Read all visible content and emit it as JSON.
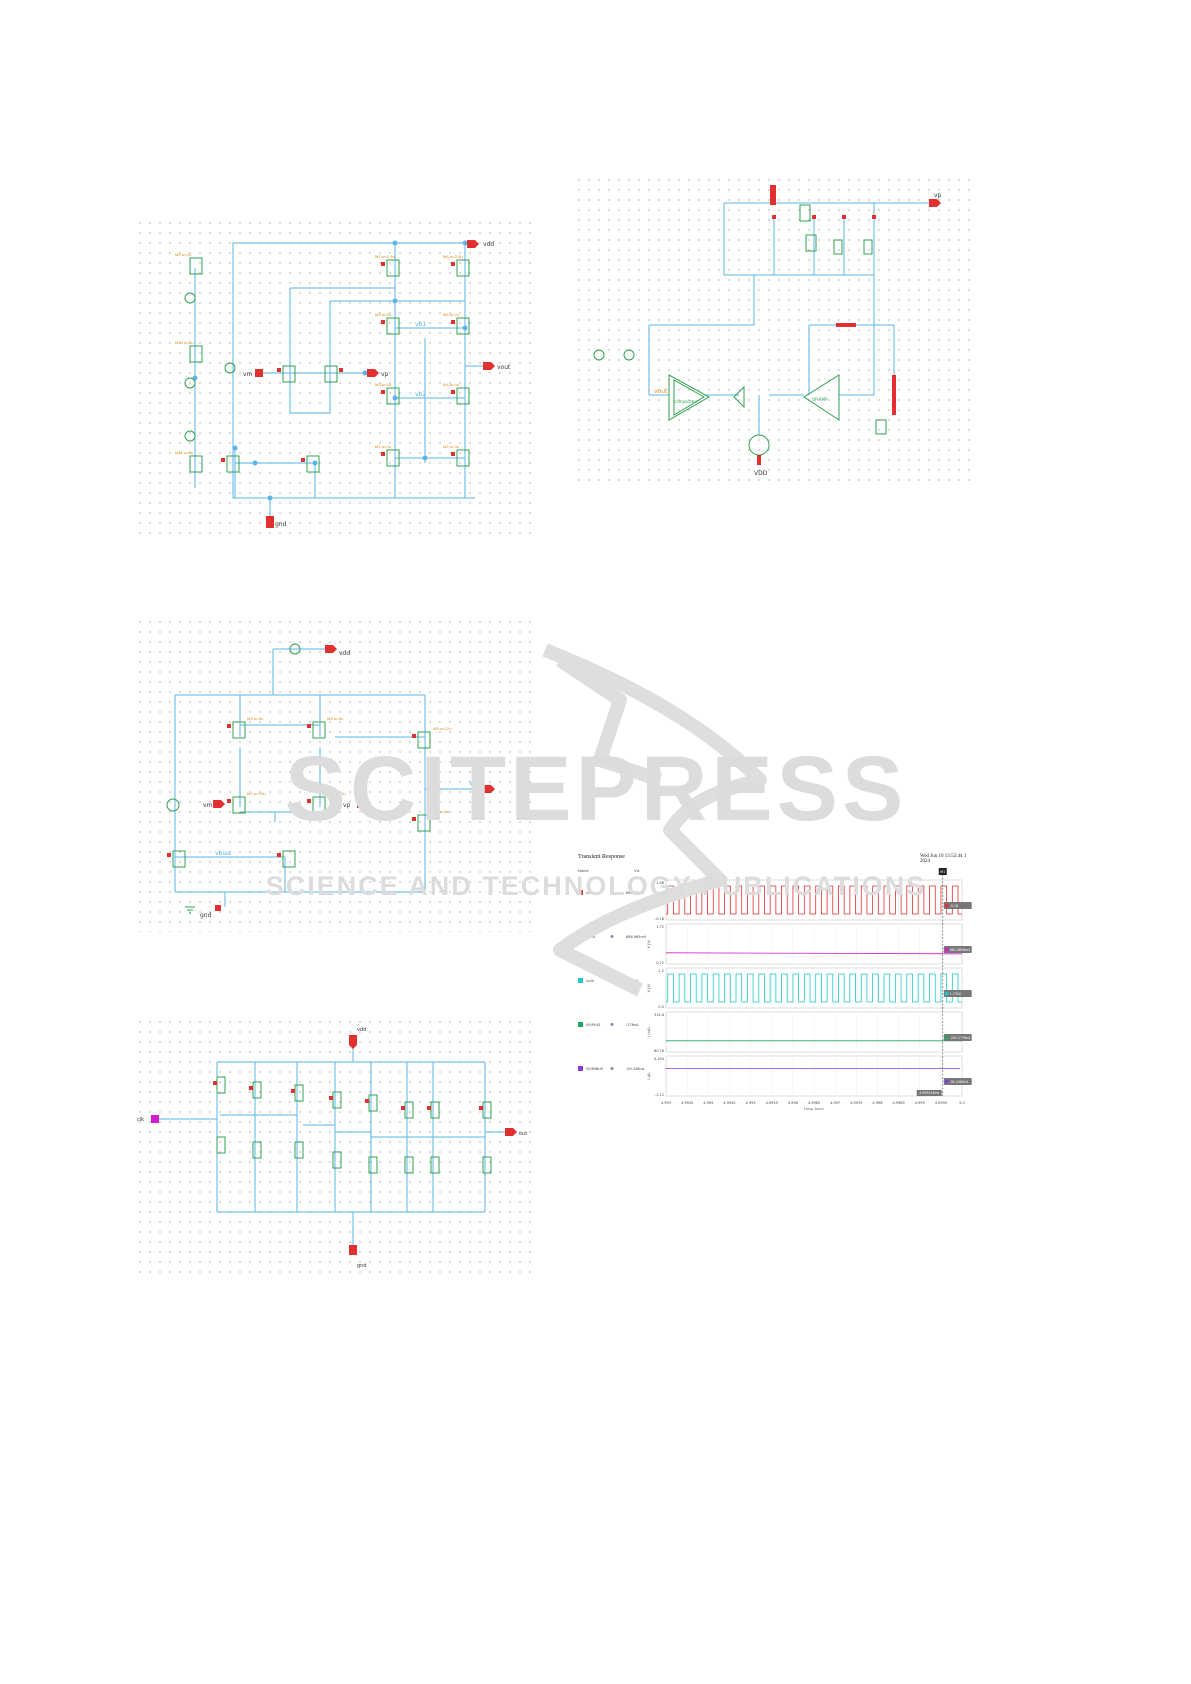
{
  "watermark": {
    "line1": "SCITEPRESS",
    "line2": "SCIENCE AND TECHNOLOGY PUBLICATIONS",
    "color": "#d9d9d9"
  },
  "schematic1": {
    "pins": {
      "vdd": "vdd",
      "vout": "vout",
      "gnd": "gnd",
      "vp": "vp",
      "vm": "vm",
      "vb1": "vb1",
      "vb2": "vb2"
    }
  },
  "schematic2": {
    "pins": {
      "vout": "Vout",
      "vp": "vp",
      "vm": "vm",
      "gnd": "gnd",
      "vdd": "vdd",
      "vbias": "vbias"
    }
  },
  "schematic3": {
    "pins": {
      "vdd": "vdd",
      "gnd": "gnd",
      "clk": "clk",
      "out": "out"
    }
  },
  "schematic4": {
    "labels": {
      "vout": "vout",
      "comparator": "comparator",
      "opamp": "OP-AMP",
      "vp": "vp",
      "vdd": "VDD"
    }
  },
  "waveform": {
    "title": "Transient Response",
    "timestamp": "Wed Jun 10 13:52:44 2024",
    "page": "1",
    "legend_header": {
      "name": "Name",
      "vis": "Vis"
    },
    "marker_label": "M1",
    "xlabel": "time (ms)",
    "x_ticks": [
      "4.993",
      "4.9935",
      "4.994",
      "4.9945",
      "4.995",
      "4.9955",
      "4.996",
      "4.9965",
      "4.997",
      "4.9975",
      "4.998",
      "4.9985",
      "4.999",
      "4.9995",
      "5.0"
    ],
    "cursor_time": "4.999416ms",
    "colors": {
      "red": "#e03030",
      "magenta": "#d21ed2",
      "cyan": "#20c8c8",
      "green": "#18a860",
      "purple": "#8a3cd8"
    },
    "traces": [
      {
        "name": "/vout",
        "value": "868.35mV",
        "ymax": "1.98",
        "ymin": "-0.18",
        "ylabel": "V (V)",
        "cursor": "-0.18"
      },
      {
        "name": "/vout",
        "value": "886.965mV",
        "ymax": "1.72",
        "ymin": "0.72",
        "ylabel": "V (V)",
        "cursor": "882.0856mV"
      },
      {
        "name": "/vclk",
        "value": "1.735V",
        "ymax": "1.2",
        "ymin": "0.0",
        "ylabel": "V (V)",
        "cursor": "1.735V"
      },
      {
        "name": "/I0/PLUS",
        "value": "-276nA",
        "ymax": "314.6",
        "ymin": "60.76",
        "ylabel": "I (nA)",
        "cursor": "-282.2776nA"
      },
      {
        "name": "/I0/MINUS",
        "value": "-90.248nA",
        "ymax": "0.194",
        "ymin": "-1.12",
        "ylabel": "I (A)",
        "cursor": "-91.2480nA"
      }
    ]
  }
}
